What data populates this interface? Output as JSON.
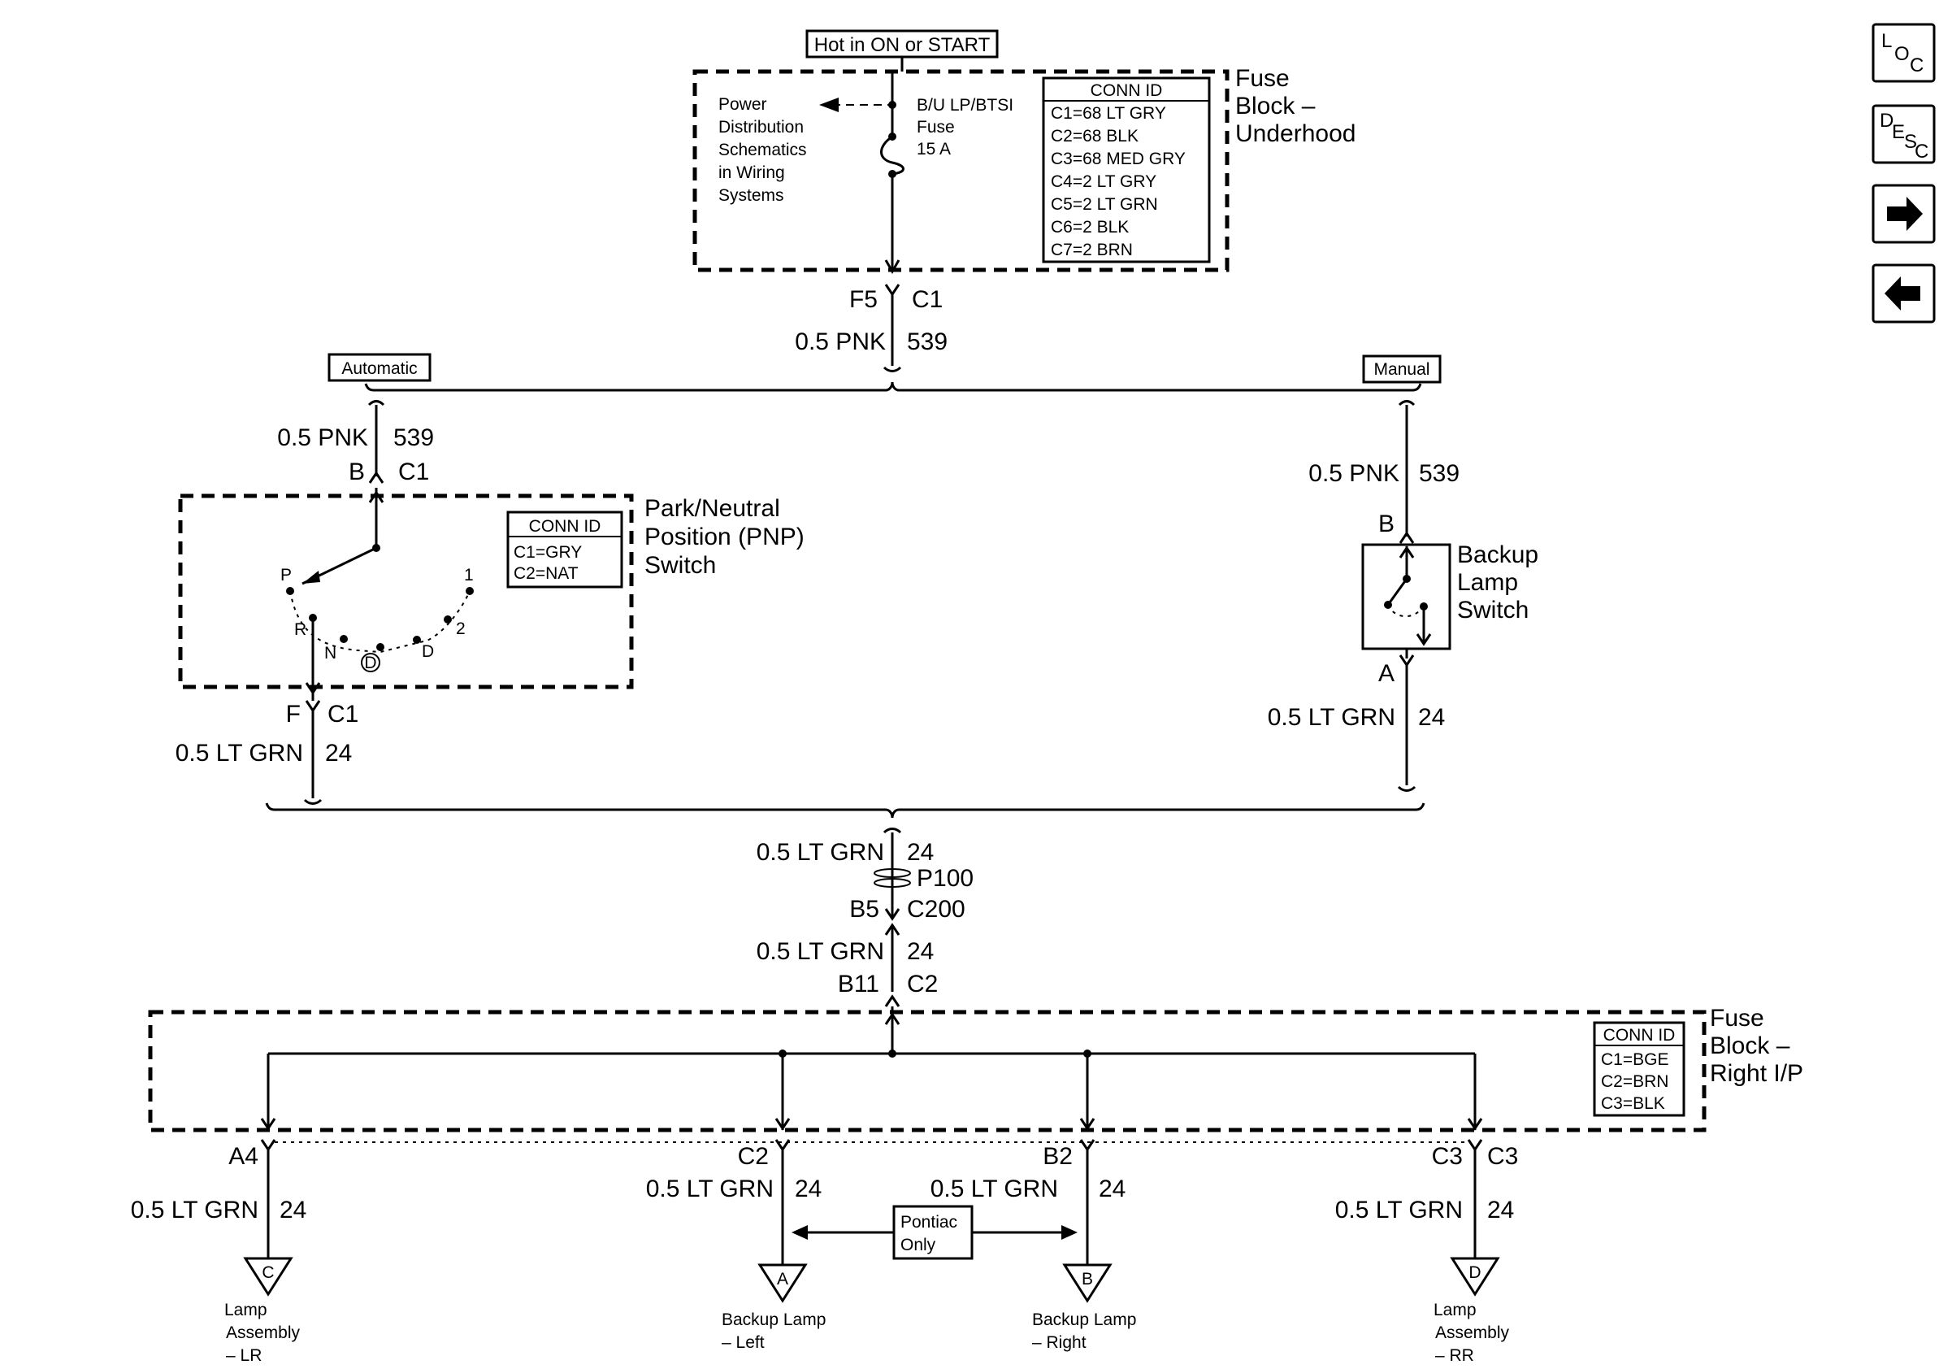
{
  "top": {
    "hot_label": "Hot in ON or START",
    "power_ref": [
      "Power",
      "Distribution",
      "Schematics",
      "in Wiring",
      "Systems"
    ],
    "fuse_label": [
      "B/U LP/BTSI",
      "Fuse",
      "15 A"
    ],
    "fuse_block_name": [
      "Fuse",
      "Block –",
      "Underhood"
    ],
    "conn_title": "CONN ID",
    "conn_ids": [
      "C1=68 LT GRY",
      "C2=68 BLK",
      "C3=68 MED GRY",
      "C4=2 LT GRY",
      "C5=2 LT GRN",
      "C6=2 BLK",
      "C7=2 BRN"
    ],
    "pin": "F5",
    "connector": "C1",
    "wire": "0.5 PNK",
    "circuit": "539"
  },
  "automatic": {
    "tag": "Automatic",
    "wire": "0.5 PNK",
    "circuit": "539",
    "pin_in": "B",
    "conn_in": "C1",
    "switch_name": [
      "Park/Neutral",
      "Position (PNP)",
      "Switch"
    ],
    "conn_title": "CONN ID",
    "conn_ids": [
      "C1=GRY",
      "C2=NAT"
    ],
    "positions": {
      "p": "P",
      "r": "R",
      "n": "N",
      "d_circle": "D",
      "d": "D",
      "two": "2",
      "one": "1"
    },
    "pin_out": "F",
    "conn_out": "C1",
    "wire_out": "0.5 LT GRN",
    "circuit_out": "24"
  },
  "manual": {
    "tag": "Manual",
    "wire": "0.5 PNK",
    "circuit": "539",
    "pin_in": "B",
    "switch_name": [
      "Backup",
      "Lamp",
      "Switch"
    ],
    "pin_out": "A",
    "wire_out": "0.5 LT GRN",
    "circuit_out": "24"
  },
  "middle": {
    "wire1": "0.5 LT GRN",
    "circuit1": "24",
    "passthrough": "P100",
    "pin_b5": "B5",
    "conn_c200": "C200",
    "wire2": "0.5 LT GRN",
    "circuit2": "24",
    "pin_b11": "B11",
    "conn_c2": "C2"
  },
  "fuse_block_ip": {
    "name": [
      "Fuse",
      "Block –",
      "Right I/P"
    ],
    "conn_title": "CONN ID",
    "conn_ids": [
      "C1=BGE",
      "C2=BRN",
      "C3=BLK"
    ]
  },
  "outputs": {
    "lr": {
      "pin": "A4",
      "wire": "0.5 LT GRN",
      "circuit": "24",
      "ref": "C",
      "name": [
        "Lamp",
        "Assembly",
        "– LR"
      ]
    },
    "left": {
      "pin": "C2",
      "wire": "0.5 LT GRN",
      "circuit": "24",
      "ref": "A",
      "name": [
        "Backup Lamp",
        "– Left"
      ]
    },
    "right": {
      "pin": "B2",
      "wire": "0.5 LT GRN",
      "circuit": "24",
      "ref": "B",
      "name": [
        "Backup Lamp",
        "– Right"
      ]
    },
    "rr": {
      "pin": "C3",
      "conn": "C3",
      "wire": "0.5 LT GRN",
      "circuit": "24",
      "ref": "D",
      "name": [
        "Lamp",
        "Assembly",
        "– RR"
      ]
    },
    "pontiac_note": [
      "Pontiac",
      "Only"
    ]
  },
  "nav": {
    "loc": [
      "L",
      "O",
      "C"
    ],
    "desc": [
      "D",
      "E",
      "S",
      "C"
    ],
    "next_icon": "arrow-right-icon",
    "prev_icon": "arrow-left-icon"
  }
}
